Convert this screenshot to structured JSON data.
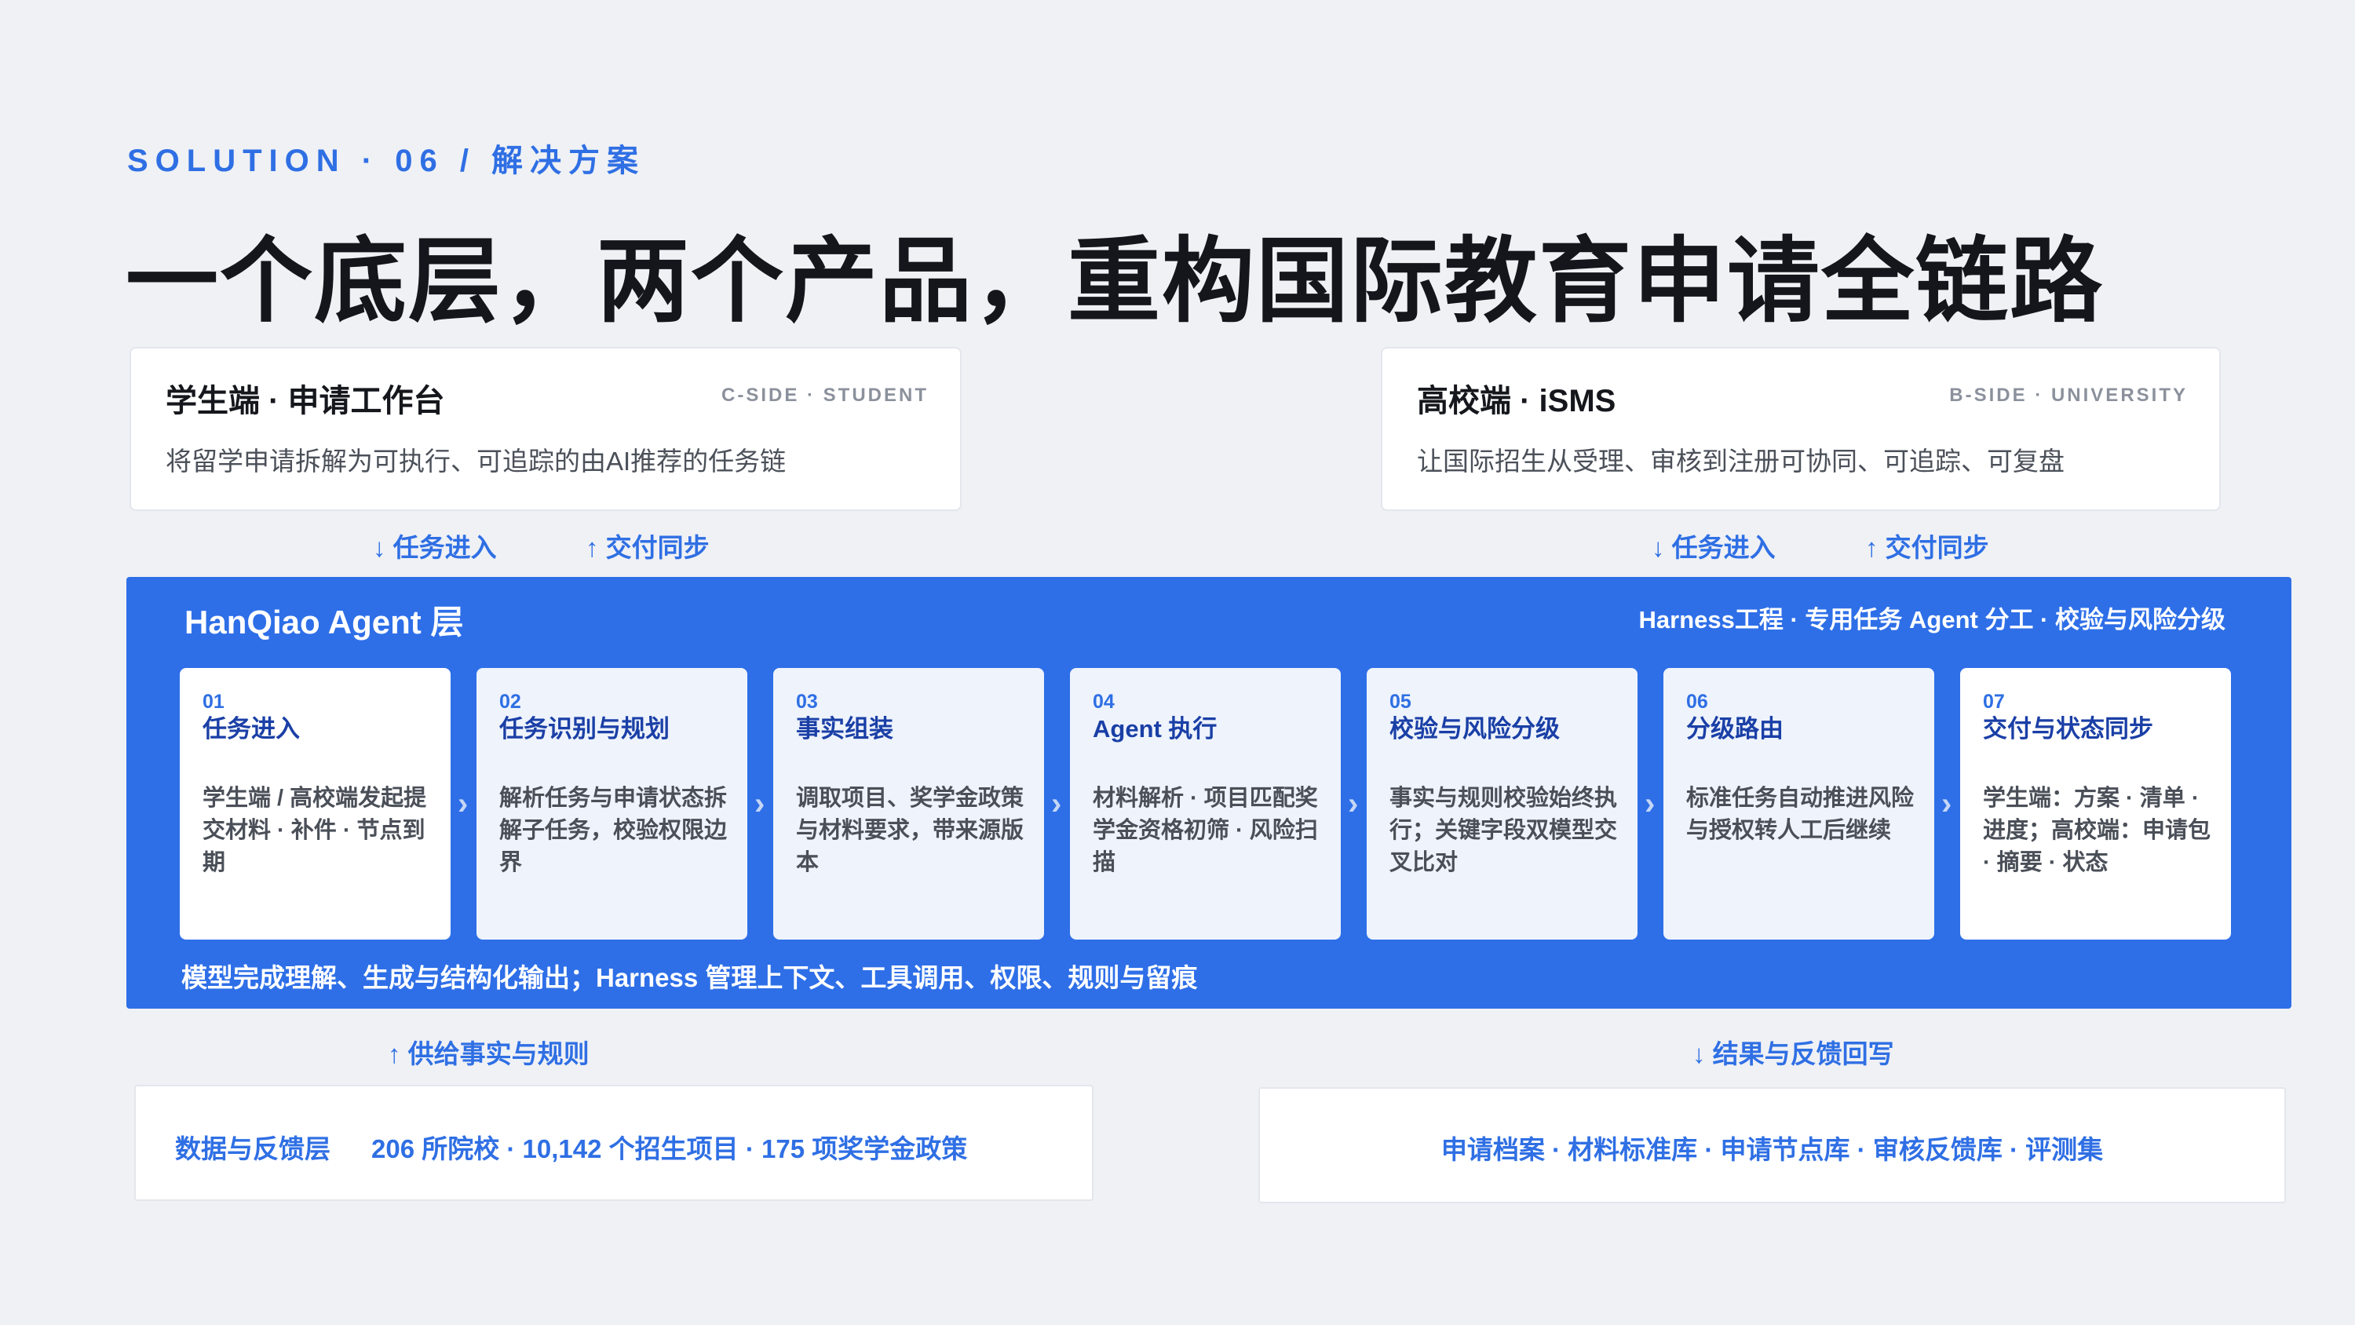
{
  "header": {
    "eyebrow": "SOLUTION · 06 / 解决方案",
    "title": "一个底层，两个产品，重构国际教育申请全链路"
  },
  "student_card": {
    "title": "学生端 · 申请工作台",
    "tag": "C-SIDE · STUDENT",
    "desc": "将留学申请拆解为可执行、可追踪的由AI推荐的任务链"
  },
  "university_card": {
    "title": "高校端 · iSMS",
    "tag": "B-SIDE · UNIVERSITY",
    "desc": "让国际招生从受理、审核到注册可协同、可追踪、可复盘"
  },
  "flows": {
    "left_in": "↓  任务进入",
    "left_out": "↑  交付同步",
    "right_in": "↓  任务进入",
    "right_out": "↑  交付同步",
    "supply": "↑  供给事实与规则",
    "writeback": "↓  结果与反馈回写"
  },
  "agent_layer": {
    "title": "HanQiao Agent 层",
    "features": "Harness工程   ·   专用任务 Agent 分工   ·   校验与风险分级",
    "footer": "模型完成理解、生成与结构化输出；Harness 管理上下文、工具调用、权限、规则与留痕",
    "steps": [
      {
        "num": "01",
        "title": "任务进入",
        "desc": "学生端 / 高校端发起提交材料 · 补件 · 节点到期"
      },
      {
        "num": "02",
        "title": "任务识别与规划",
        "desc": "解析任务与申请状态拆解子任务，校验权限边界"
      },
      {
        "num": "03",
        "title": "事实组装",
        "desc": "调取项目、奖学金政策与材料要求，带来源版本"
      },
      {
        "num": "04",
        "title": " Agent 执行",
        "desc": "材料解析 · 项目匹配奖学金资格初筛 · 风险扫描"
      },
      {
        "num": "05",
        "title": "校验与风险分级",
        "desc": "事实与规则校验始终执行；关键字段双模型交叉比对"
      },
      {
        "num": "06",
        "title": "分级路由",
        "desc": "标准任务自动推进风险与授权转人工后继续"
      },
      {
        "num": "07",
        "title": "交付与状态同步",
        "desc": "学生端：方案 · 清单 · 进度；高校端：申请包 · 摘要 · 状态"
      }
    ],
    "chevron": "›"
  },
  "data_layer": {
    "label": "数据与反馈层",
    "stats": "206 所院校   ·   10,142 个招生项目   ·   175 项奖学金政策"
  },
  "assets": {
    "text": "申请档案 · 材料标准库 · 申请节点库 · 审核反馈库 · 评测集"
  }
}
